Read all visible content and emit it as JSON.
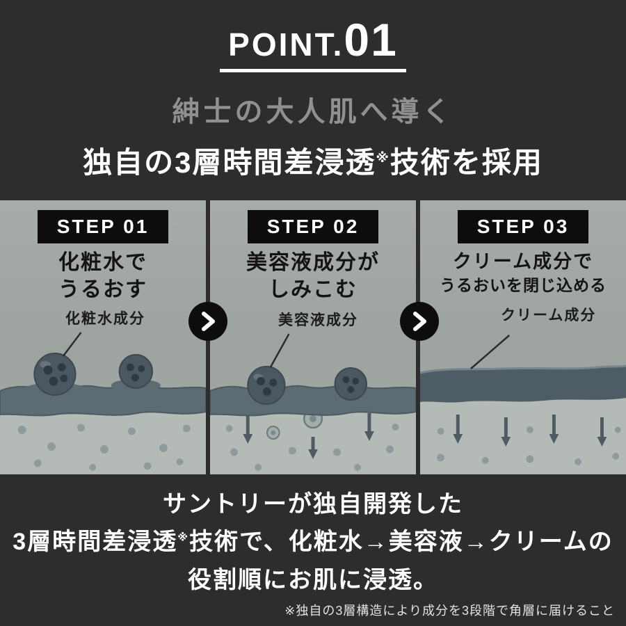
{
  "header": {
    "point_label": "POINT.",
    "point_number": "01",
    "subtitle": "紳士の大人肌へ導く",
    "headline_pre": "独自の3層時間差浸透",
    "headline_sup": "※",
    "headline_post": "技術を採用"
  },
  "steps": [
    {
      "badge": "STEP 01",
      "title1": "化粧水で",
      "title2": "うるおす",
      "label": "化粧水成分"
    },
    {
      "badge": "STEP 02",
      "title1": "美容液成分が",
      "title2": "しみこむ",
      "label": "美容液成分"
    },
    {
      "badge": "STEP 03",
      "title1": "クリーム成分で",
      "title2": "うるおいを閉じ込める",
      "label": "クリーム成分"
    }
  ],
  "icons": {
    "next_arrow": "chevron-right"
  },
  "footer": {
    "line1": "サントリーが独自開発した",
    "line2_pre": "3層時間差浸透",
    "line2_sup": "※",
    "line2_post": "技術で、化粧水→美容液→クリームの",
    "line3": "役割順にお肌に浸透。",
    "note": "※独自の3層構造により成分を3段階で角層に届けること"
  },
  "colors": {
    "background": "#2d2d2d",
    "panel_gray": "#a2a7a4",
    "badge_black": "#0d0d0d",
    "text_white": "#ffffff",
    "subtitle_gray": "#8f918f",
    "skin_surface": "#5d6b73",
    "skin_interior": "#b4bbb7",
    "droplet": "#4b5862"
  }
}
